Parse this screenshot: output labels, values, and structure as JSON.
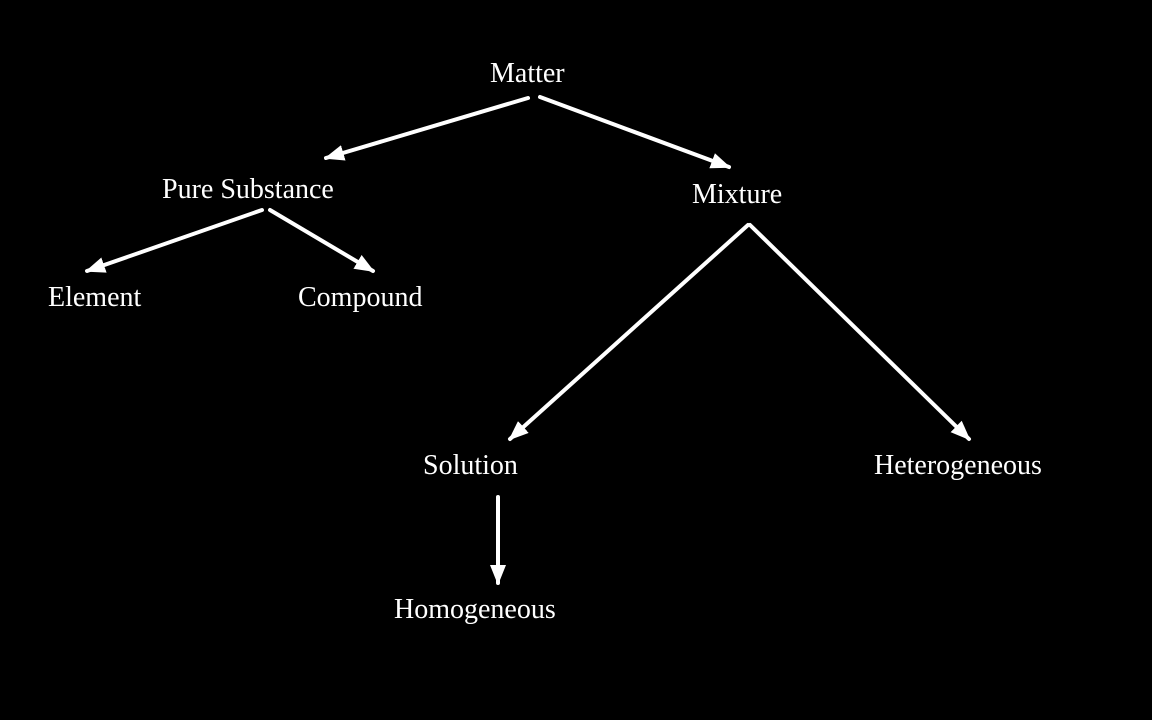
{
  "diagram": {
    "nodes": {
      "matter": "Matter",
      "pure_substance": "Pure Substance",
      "mixture": "Mixture",
      "element": "Element",
      "compound": "Compound",
      "solution": "Solution",
      "heterogeneous": "Heterogeneous",
      "homogeneous": "Homogeneous"
    },
    "edges": [
      {
        "from": "matter",
        "to": "pure_substance"
      },
      {
        "from": "matter",
        "to": "mixture"
      },
      {
        "from": "pure_substance",
        "to": "element"
      },
      {
        "from": "pure_substance",
        "to": "compound"
      },
      {
        "from": "mixture",
        "to": "solution"
      },
      {
        "from": "mixture",
        "to": "heterogeneous"
      },
      {
        "from": "solution",
        "to": "homogeneous"
      }
    ],
    "colors": {
      "background": "#000000",
      "text": "#ffffff",
      "arrow": "#ffffff"
    }
  }
}
